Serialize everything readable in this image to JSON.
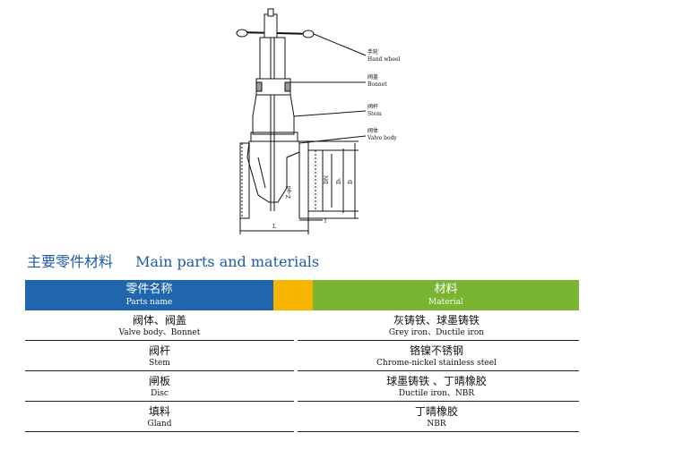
{
  "drawing": {
    "labels": [
      {
        "cn": "手轮",
        "en": "Hand wheel"
      },
      {
        "cn": "阀盖",
        "en": "Bonnet"
      },
      {
        "cn": "阀杆",
        "en": "Stem"
      },
      {
        "cn": "阀体",
        "en": "Valve body"
      }
    ],
    "dims": {
      "dn": "DN",
      "d1": "D₁",
      "d": "D",
      "l": "L",
      "f": "f",
      "holes": "Z-φd"
    }
  },
  "section": {
    "title_cn": "主要零件材料",
    "title_en": "Main parts and materials"
  },
  "table": {
    "header": {
      "part_cn": "零件名称",
      "part_en": "Parts name",
      "material_cn": "材料",
      "material_en": "Material"
    },
    "rows": [
      {
        "part_cn": "阀体、阀盖",
        "part_en": "Valve body、Bonnet",
        "material_cn": "灰铸铁、球墨铸铁",
        "material_en": "Grey iron、Ductile iron"
      },
      {
        "part_cn": "阀杆",
        "part_en": "Stem",
        "material_cn": "铬镍不锈钢",
        "material_en": "Chrome-nickel stainless steel"
      },
      {
        "part_cn": "闸板",
        "part_en": "Disc",
        "material_cn": "球墨铸铁 、丁晴橡胶",
        "material_en": "Ductile iron、NBR"
      },
      {
        "part_cn": "填料",
        "part_en": "Gland",
        "material_cn": "丁晴橡胶",
        "material_en": "NBR"
      }
    ]
  }
}
